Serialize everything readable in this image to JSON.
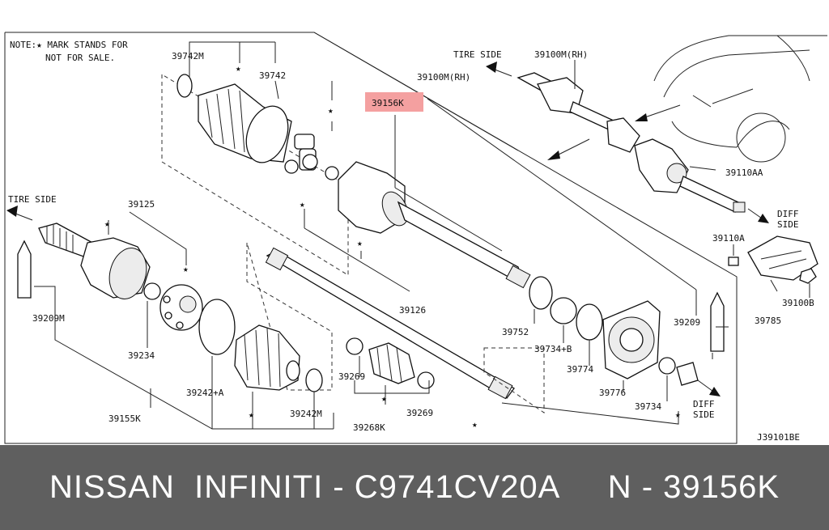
{
  "note": {
    "line1": "NOTE:★ MARK STANDS FOR",
    "line2": "NOT FOR SALE."
  },
  "side_labels": {
    "tire_side_top": "TIRE SIDE",
    "tire_side_left": "TIRE SIDE",
    "diff_side_right_1": "DIFF",
    "diff_side_right_2": "SIDE",
    "diff_side_bottom_1": "DIFF",
    "diff_side_bottom_2": "SIDE"
  },
  "part_labels": {
    "p39742M_top": "39742M",
    "p39742": "39742",
    "p39156K": "39156K",
    "p39100M_rh_1": "39100M(RH)",
    "p39100M_rh_2": "39100M(RH)",
    "p39110AA": "39110AA",
    "p39110A": "39110A",
    "p39100B": "39100B",
    "p39785": "39785",
    "p39125": "39125",
    "p39209M": "39209M",
    "p39234": "39234",
    "p39126": "39126",
    "p39752": "39752",
    "p39734B": "39734+B",
    "p39774": "39774",
    "p39776": "39776",
    "p39734": "39734",
    "p39209": "39209",
    "p39242A": "39242+A",
    "p39242M": "39242M",
    "p39269_l": "39269",
    "p39269_r": "39269",
    "p39268K": "39268K",
    "p39155K": "39155K"
  },
  "star": "★",
  "diagram_code": "J39101BE",
  "highlight_color": "#f4a0a0",
  "banner": {
    "text": "NISSAN  INFINITI - C9741CV20A     N - 39156K",
    "background": "#5f5f5f"
  }
}
